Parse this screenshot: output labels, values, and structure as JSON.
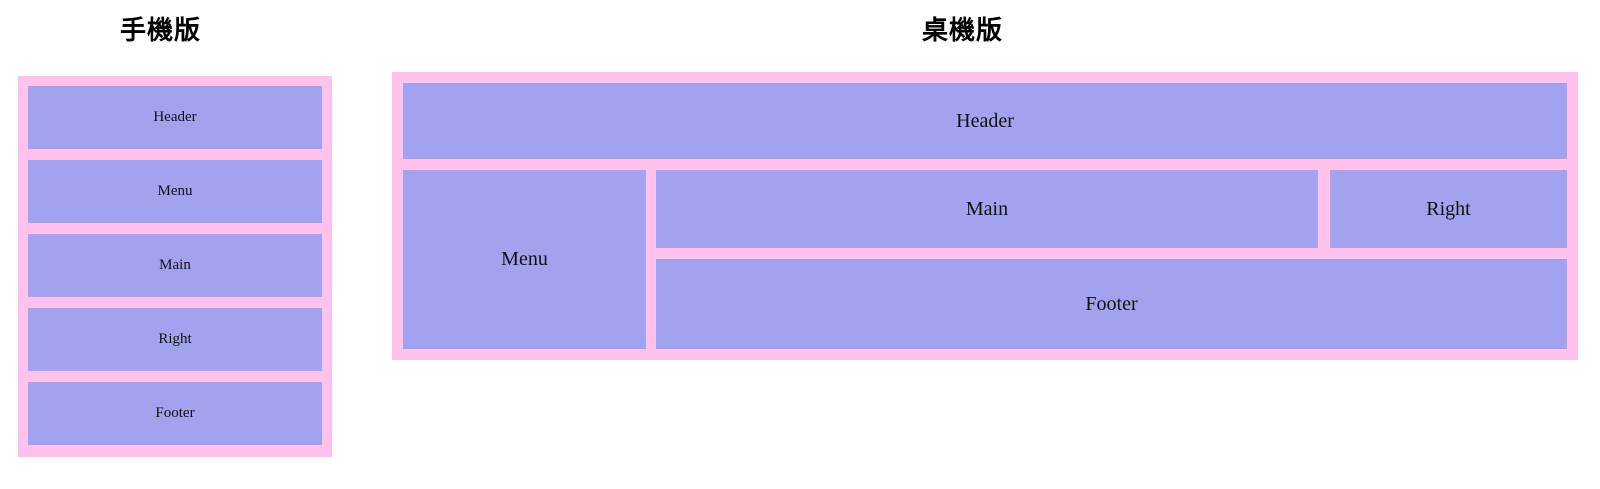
{
  "page": {
    "background_color": "#ffffff",
    "purple_color": "#a2a2ef",
    "pink_color": "#ffc2ec",
    "text_color": "#111111"
  },
  "diagrams": {
    "mobile": {
      "title": "手機版",
      "blocks": [
        {
          "label": "Header"
        },
        {
          "label": "Menu"
        },
        {
          "label": "Main"
        },
        {
          "label": "Right"
        },
        {
          "label": "Footer"
        }
      ]
    },
    "desktop": {
      "title": "桌機版",
      "blocks": {
        "header": "Header",
        "menu": "Menu",
        "main": "Main",
        "right": "Right",
        "footer": "Footer"
      }
    }
  }
}
